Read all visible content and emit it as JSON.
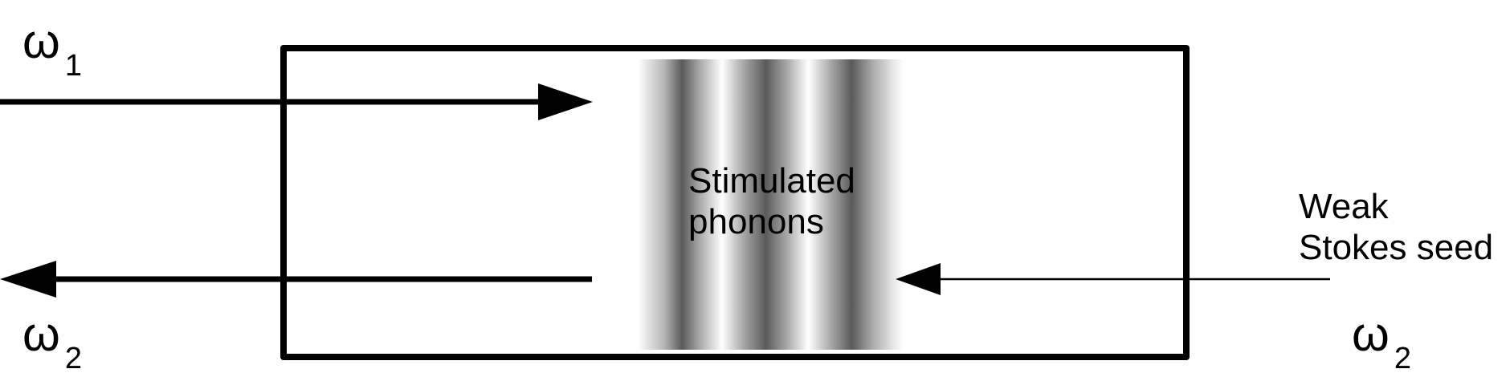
{
  "labels": {
    "omega_pump": {
      "symbol": "ω",
      "subscript": "1"
    },
    "omega_stokes_left": {
      "symbol": "ω",
      "subscript": "2"
    },
    "omega_stokes_right": {
      "symbol": "ω",
      "subscript": "2"
    },
    "phonons": {
      "line1": "Stimulated",
      "line2": "phonons"
    },
    "seed": {
      "line1": "Weak",
      "line2": "Stokes seed"
    }
  },
  "colors": {
    "stroke": "#000000",
    "fringe_dark": "#5a5a5a",
    "fringe_light": "#ffffff"
  }
}
